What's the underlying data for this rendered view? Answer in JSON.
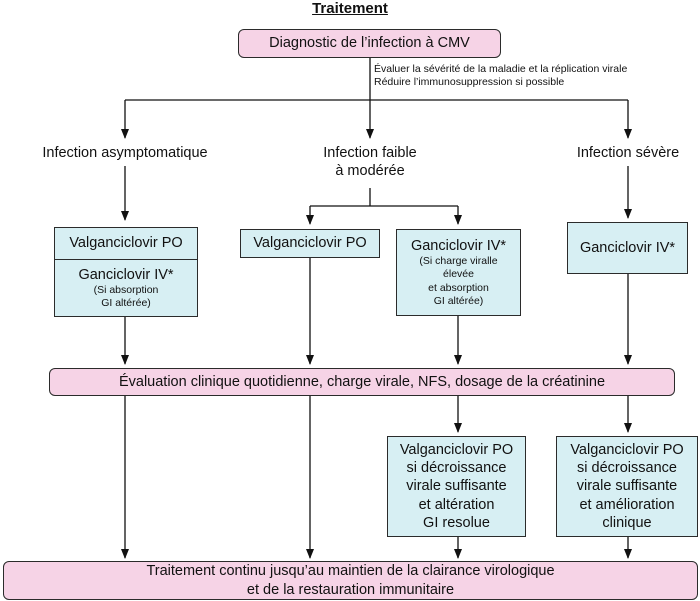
{
  "title": "Traitement",
  "diagnosis": "Diagnostic de l’infection à CMV",
  "notes": [
    "Évaluer la sévérité de la maladie et la réplication virale",
    "Réduire l’immunosuppression si possible"
  ],
  "categories": {
    "asymptomatic": "Infection asymptomatique",
    "mild_line1": "Infection faible",
    "mild_line2": "à modérée",
    "severe": "Infection sévère"
  },
  "asym_box": {
    "top": "Valganciclovir PO",
    "bottom_title": "Ganciclovir IV*",
    "bottom_note_line1": "(Si absorption",
    "bottom_note_line2": "GI altérée)"
  },
  "mild_po": "Valganciclovir PO",
  "mild_iv": {
    "title": "Ganciclovir IV*",
    "note_line1": "(Si charge viralle",
    "note_line2": "élevée",
    "note_line3": "et absorption",
    "note_line4": "GI altérée)"
  },
  "severe_box": "Ganciclovir IV*",
  "evaluation": "Évaluation clinique quotidienne, charge virale, NFS, dosage de la créatinine",
  "switch_mild": [
    "Valganciclovir PO",
    "si décroissance",
    "virale suffisante",
    "et altération",
    "GI resolue"
  ],
  "switch_severe": [
    "Valganciclovir PO",
    "si décroissance",
    "virale suffisante",
    "et amélioration",
    "clinique"
  ],
  "final_line1": "Traitement continu jusqu’au maintien de la clairance virologique",
  "final_line2": "et de la restauration immunitaire"
}
